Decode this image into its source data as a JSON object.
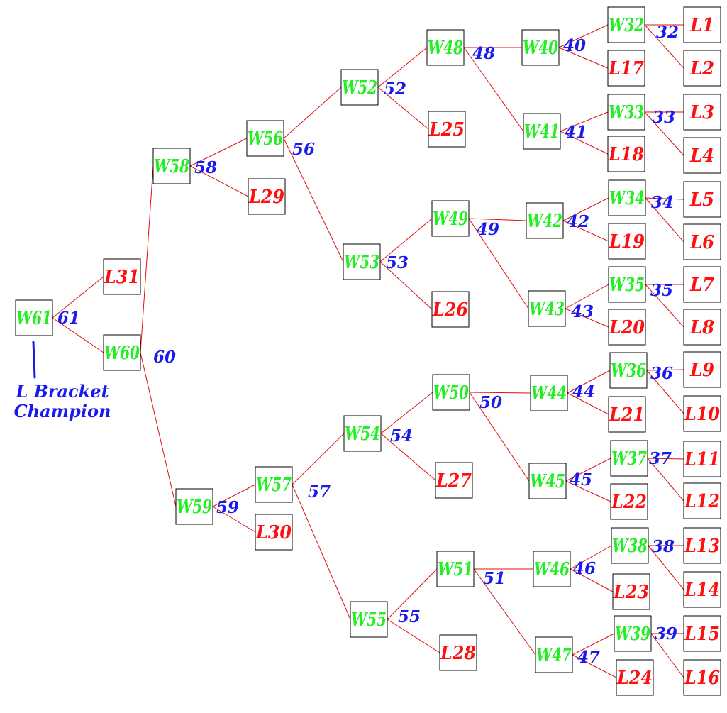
{
  "colors": {
    "box_stroke": "#000000",
    "line": "#e01010",
    "winner_label": "#22ee22",
    "loser_label": "#ff1010",
    "match_number": "#1a1aee",
    "champion_marker": "#1a1aee"
  },
  "caption": {
    "line1": "L Bracket",
    "line2": "Champion"
  },
  "boxes": [
    {
      "id": "W61",
      "label": "W61",
      "kind": "winner"
    },
    {
      "id": "L31",
      "label": "L31",
      "kind": "loser"
    },
    {
      "id": "W60",
      "label": "W60",
      "kind": "winner"
    },
    {
      "id": "W58",
      "label": "W58",
      "kind": "winner"
    },
    {
      "id": "W59",
      "label": "W59",
      "kind": "winner"
    },
    {
      "id": "W56",
      "label": "W56",
      "kind": "winner"
    },
    {
      "id": "L29",
      "label": "L29",
      "kind": "loser"
    },
    {
      "id": "W57",
      "label": "W57",
      "kind": "winner"
    },
    {
      "id": "L30",
      "label": "L30",
      "kind": "loser"
    },
    {
      "id": "W52",
      "label": "W52",
      "kind": "winner"
    },
    {
      "id": "W53",
      "label": "W53",
      "kind": "winner"
    },
    {
      "id": "W54",
      "label": "W54",
      "kind": "winner"
    },
    {
      "id": "W55",
      "label": "W55",
      "kind": "winner"
    },
    {
      "id": "W48",
      "label": "W48",
      "kind": "winner"
    },
    {
      "id": "L25",
      "label": "L25",
      "kind": "loser"
    },
    {
      "id": "W49",
      "label": "W49",
      "kind": "winner"
    },
    {
      "id": "L26",
      "label": "L26",
      "kind": "loser"
    },
    {
      "id": "W50",
      "label": "W50",
      "kind": "winner"
    },
    {
      "id": "L27",
      "label": "L27",
      "kind": "loser"
    },
    {
      "id": "W51",
      "label": "W51",
      "kind": "winner"
    },
    {
      "id": "L28",
      "label": "L28",
      "kind": "loser"
    },
    {
      "id": "W40",
      "label": "W40",
      "kind": "winner"
    },
    {
      "id": "W41",
      "label": "W41",
      "kind": "winner"
    },
    {
      "id": "W42",
      "label": "W42",
      "kind": "winner"
    },
    {
      "id": "W43",
      "label": "W43",
      "kind": "winner"
    },
    {
      "id": "W44",
      "label": "W44",
      "kind": "winner"
    },
    {
      "id": "W45",
      "label": "W45",
      "kind": "winner"
    },
    {
      "id": "W46",
      "label": "W46",
      "kind": "winner"
    },
    {
      "id": "W47",
      "label": "W47",
      "kind": "winner"
    },
    {
      "id": "W32",
      "label": "W32",
      "kind": "winner"
    },
    {
      "id": "L17",
      "label": "L17",
      "kind": "loser"
    },
    {
      "id": "W33",
      "label": "W33",
      "kind": "winner"
    },
    {
      "id": "L18",
      "label": "L18",
      "kind": "loser"
    },
    {
      "id": "W34",
      "label": "W34",
      "kind": "winner"
    },
    {
      "id": "L19",
      "label": "L19",
      "kind": "loser"
    },
    {
      "id": "W35",
      "label": "W35",
      "kind": "winner"
    },
    {
      "id": "L20",
      "label": "L20",
      "kind": "loser"
    },
    {
      "id": "W36",
      "label": "W36",
      "kind": "winner"
    },
    {
      "id": "L21",
      "label": "L21",
      "kind": "loser"
    },
    {
      "id": "W37",
      "label": "W37",
      "kind": "winner"
    },
    {
      "id": "L22",
      "label": "L22",
      "kind": "loser"
    },
    {
      "id": "W38",
      "label": "W38",
      "kind": "winner"
    },
    {
      "id": "L23",
      "label": "L23",
      "kind": "loser"
    },
    {
      "id": "W39",
      "label": "W39",
      "kind": "winner"
    },
    {
      "id": "L24",
      "label": "L24",
      "kind": "loser"
    },
    {
      "id": "L1",
      "label": "L1",
      "kind": "loser"
    },
    {
      "id": "L2",
      "label": "L2",
      "kind": "loser"
    },
    {
      "id": "L3",
      "label": "L3",
      "kind": "loser"
    },
    {
      "id": "L4",
      "label": "L4",
      "kind": "loser"
    },
    {
      "id": "L5",
      "label": "L5",
      "kind": "loser"
    },
    {
      "id": "L6",
      "label": "L6",
      "kind": "loser"
    },
    {
      "id": "L7",
      "label": "L7",
      "kind": "loser"
    },
    {
      "id": "L8",
      "label": "L8",
      "kind": "loser"
    },
    {
      "id": "L9",
      "label": "L9",
      "kind": "loser"
    },
    {
      "id": "L10",
      "label": "L10",
      "kind": "loser"
    },
    {
      "id": "L11",
      "label": "L11",
      "kind": "loser"
    },
    {
      "id": "L12",
      "label": "L12",
      "kind": "loser"
    },
    {
      "id": "L13",
      "label": "L13",
      "kind": "loser"
    },
    {
      "id": "L14",
      "label": "L14",
      "kind": "loser"
    },
    {
      "id": "L15",
      "label": "L15",
      "kind": "loser"
    },
    {
      "id": "L16",
      "label": "L16",
      "kind": "loser"
    }
  ],
  "matches": [
    {
      "number": "61",
      "winner": "W61",
      "from": [
        "L31",
        "W60"
      ]
    },
    {
      "number": "60",
      "winner": "W60",
      "from": [
        "W58",
        "W59"
      ]
    },
    {
      "number": "58",
      "winner": "W58",
      "from": [
        "W56",
        "L29"
      ]
    },
    {
      "number": "59",
      "winner": "W59",
      "from": [
        "W57",
        "L30"
      ]
    },
    {
      "number": "56",
      "winner": "W56",
      "from": [
        "W52",
        "W53"
      ]
    },
    {
      "number": "57",
      "winner": "W57",
      "from": [
        "W54",
        "W55"
      ]
    },
    {
      "number": "52",
      "winner": "W52",
      "from": [
        "W48",
        "L25"
      ]
    },
    {
      "number": "53",
      "winner": "W53",
      "from": [
        "W49",
        "L26"
      ]
    },
    {
      "number": "54",
      "winner": "W54",
      "from": [
        "W50",
        "L27"
      ]
    },
    {
      "number": "55",
      "winner": "W55",
      "from": [
        "W51",
        "L28"
      ]
    },
    {
      "number": "48",
      "winner": "W48",
      "from": [
        "W40",
        "W41"
      ]
    },
    {
      "number": "49",
      "winner": "W49",
      "from": [
        "W42",
        "W43"
      ]
    },
    {
      "number": "50",
      "winner": "W50",
      "from": [
        "W44",
        "W45"
      ]
    },
    {
      "number": "51",
      "winner": "W51",
      "from": [
        "W46",
        "W47"
      ]
    },
    {
      "number": "40",
      "winner": "W40",
      "from": [
        "W32",
        "L17"
      ]
    },
    {
      "number": "41",
      "winner": "W41",
      "from": [
        "W33",
        "L18"
      ]
    },
    {
      "number": "42",
      "winner": "W42",
      "from": [
        "W34",
        "L19"
      ]
    },
    {
      "number": "43",
      "winner": "W43",
      "from": [
        "W35",
        "L20"
      ]
    },
    {
      "number": "44",
      "winner": "W44",
      "from": [
        "W36",
        "L21"
      ]
    },
    {
      "number": "45",
      "winner": "W45",
      "from": [
        "W37",
        "L22"
      ]
    },
    {
      "number": "46",
      "winner": "W46",
      "from": [
        "W38",
        "L23"
      ]
    },
    {
      "number": "47",
      "winner": "W47",
      "from": [
        "W39",
        "L24"
      ]
    },
    {
      "number": "32",
      "winner": "W32",
      "from": [
        "L1",
        "L2"
      ]
    },
    {
      "number": "33",
      "winner": "W33",
      "from": [
        "L3",
        "L4"
      ]
    },
    {
      "number": "34",
      "winner": "W34",
      "from": [
        "L5",
        "L6"
      ]
    },
    {
      "number": "35",
      "winner": "W35",
      "from": [
        "L7",
        "L8"
      ]
    },
    {
      "number": "36",
      "winner": "W36",
      "from": [
        "L9",
        "L10"
      ]
    },
    {
      "number": "37",
      "winner": "W37",
      "from": [
        "L11",
        "L12"
      ]
    },
    {
      "number": "38",
      "winner": "W38",
      "from": [
        "L13",
        "L14"
      ]
    },
    {
      "number": "39",
      "winner": "W39",
      "from": [
        "L15",
        "L16"
      ]
    }
  ]
}
